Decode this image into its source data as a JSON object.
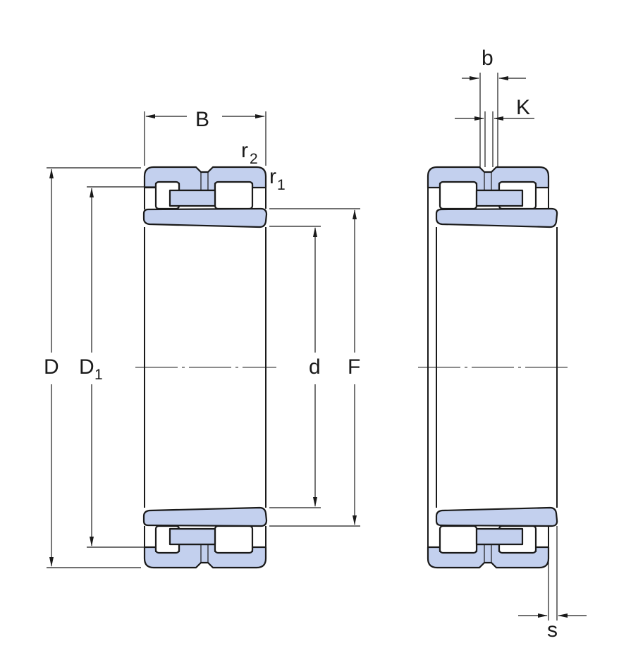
{
  "colors": {
    "part_fill": "#c3d0ee",
    "line": "#1a1a1a"
  },
  "labels": {
    "B": "B",
    "r2": "r",
    "r2_sub": "2",
    "r1": "r",
    "r1_sub": "1",
    "D": "D",
    "D1": "D",
    "D1_sub": "1",
    "d": "d",
    "F": "F",
    "b": "b",
    "K": "K",
    "s": "s"
  }
}
